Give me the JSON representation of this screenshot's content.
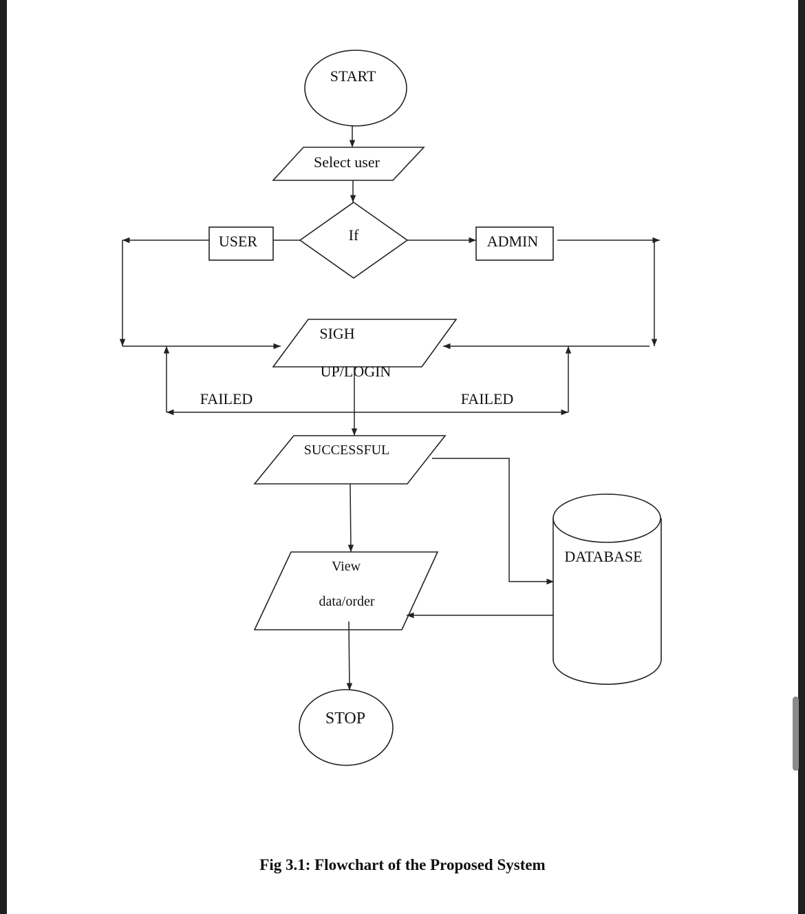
{
  "flowchart": {
    "start": "START",
    "select_user": "Select user",
    "decision": "If",
    "user": "USER",
    "admin": "ADMIN",
    "signup_line1": "SIGH",
    "signup_line2": "UP/LOGIN",
    "failed_left": "FAILED",
    "failed_right": "FAILED",
    "successful": "SUCCESSFUL",
    "view_line1": "View",
    "view_line2": "data/order",
    "database": "DATABASE",
    "stop": "STOP"
  },
  "caption": "Fig 3.1: Flowchart of the Proposed System"
}
